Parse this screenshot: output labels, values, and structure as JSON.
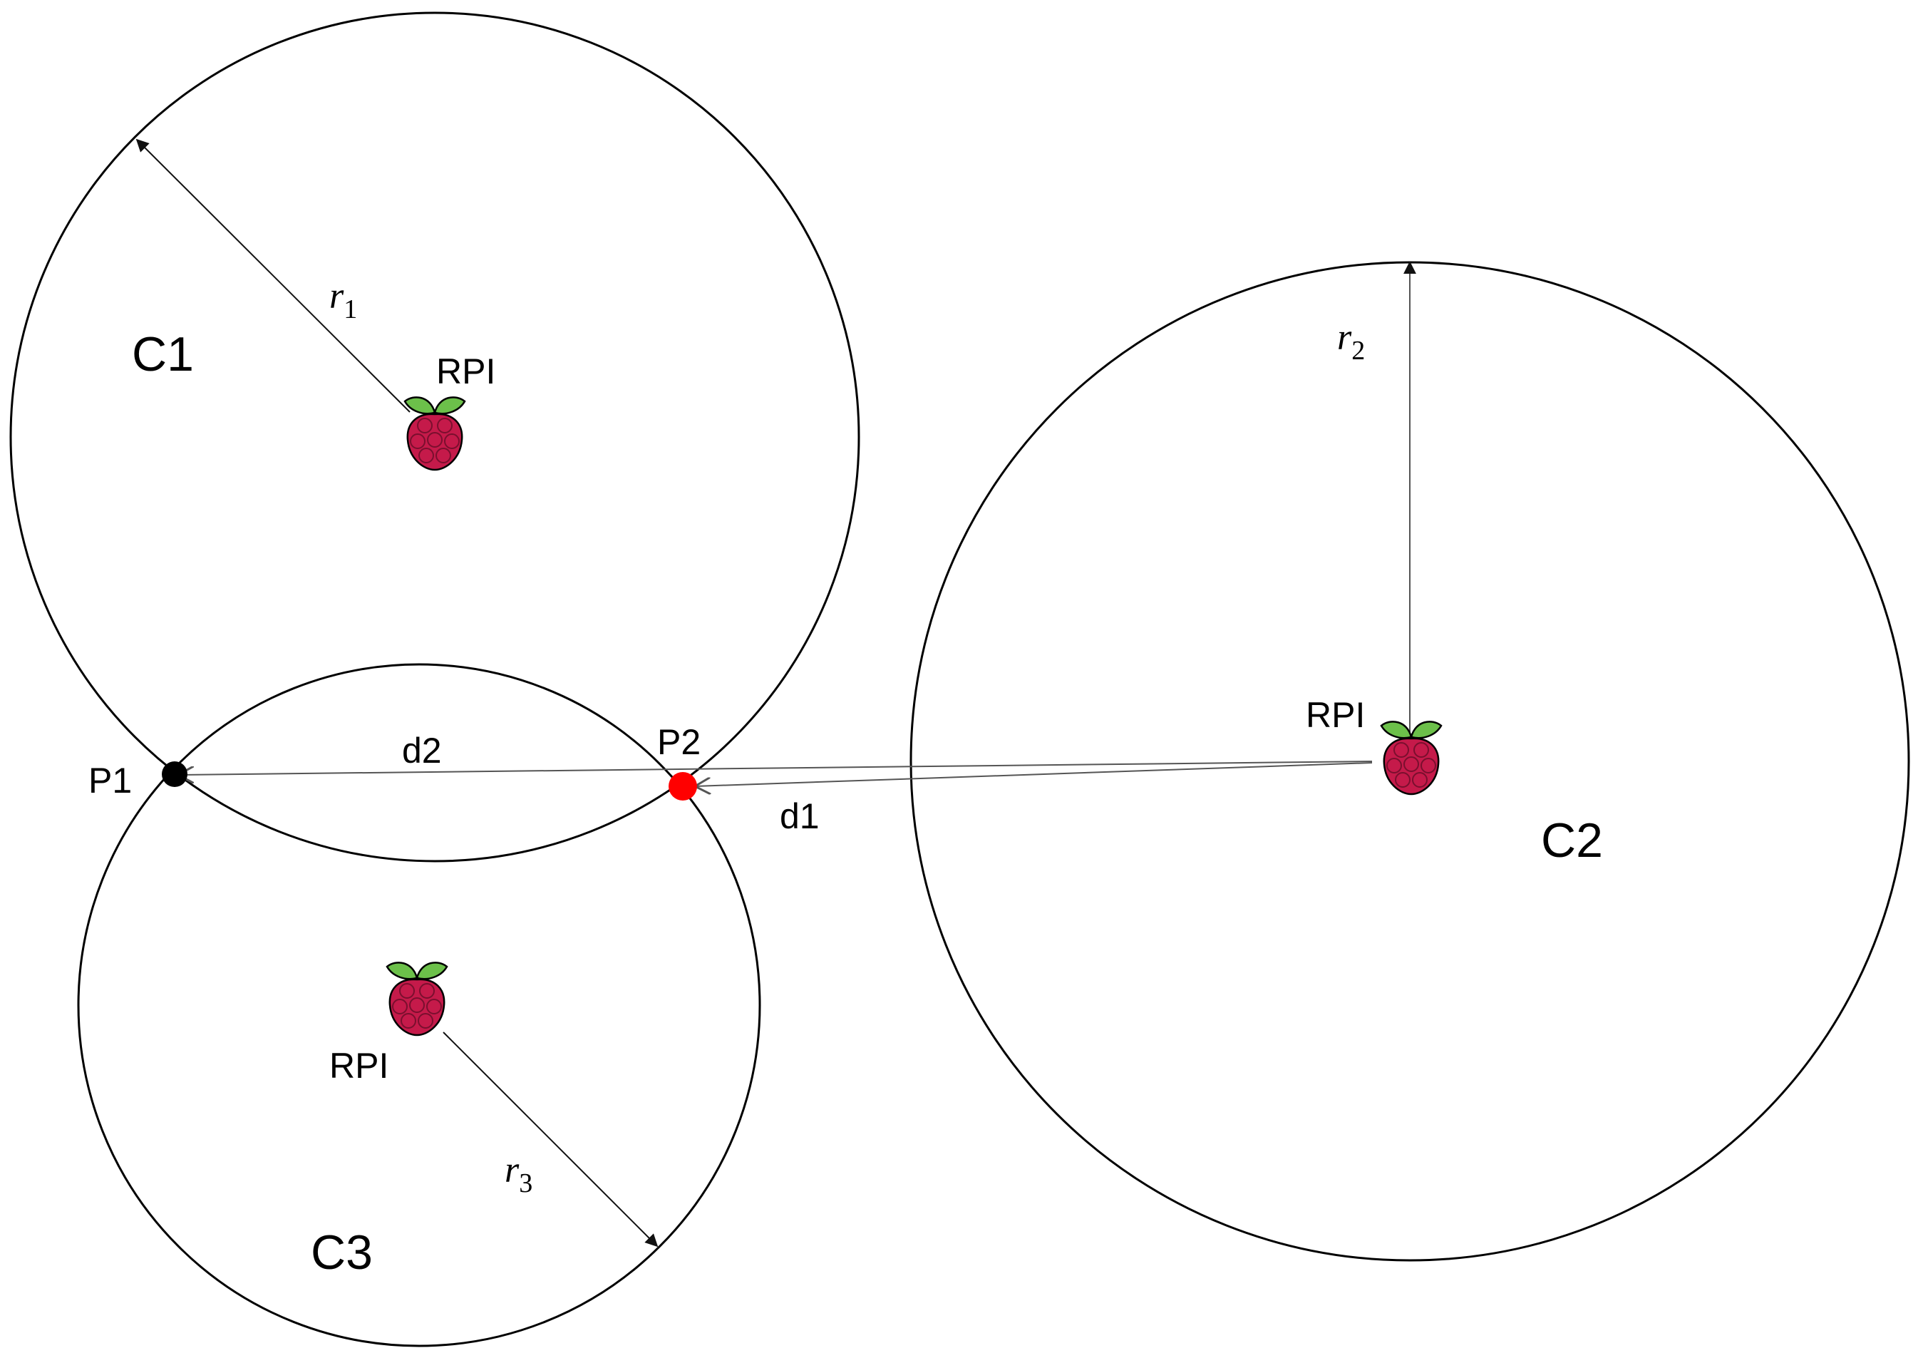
{
  "circles": [
    {
      "name": "C1",
      "radius_label": "r",
      "radius_sub": "1",
      "node_label": "RPI"
    },
    {
      "name": "C2",
      "radius_label": "r",
      "radius_sub": "2",
      "node_label": "RPI"
    },
    {
      "name": "C3",
      "radius_label": "r",
      "radius_sub": "3",
      "node_label": "RPI"
    }
  ],
  "points": [
    {
      "label": "P1",
      "color": "#000000"
    },
    {
      "label": "P2",
      "color": "#ff0000"
    }
  ],
  "distances": [
    {
      "label": "d1"
    },
    {
      "label": "d2"
    }
  ],
  "colors": {
    "stroke": "#000000",
    "raspberry": "#c51a4a",
    "leaf": "#6cc04a"
  },
  "icons": [
    "raspberry-pi-icon"
  ]
}
